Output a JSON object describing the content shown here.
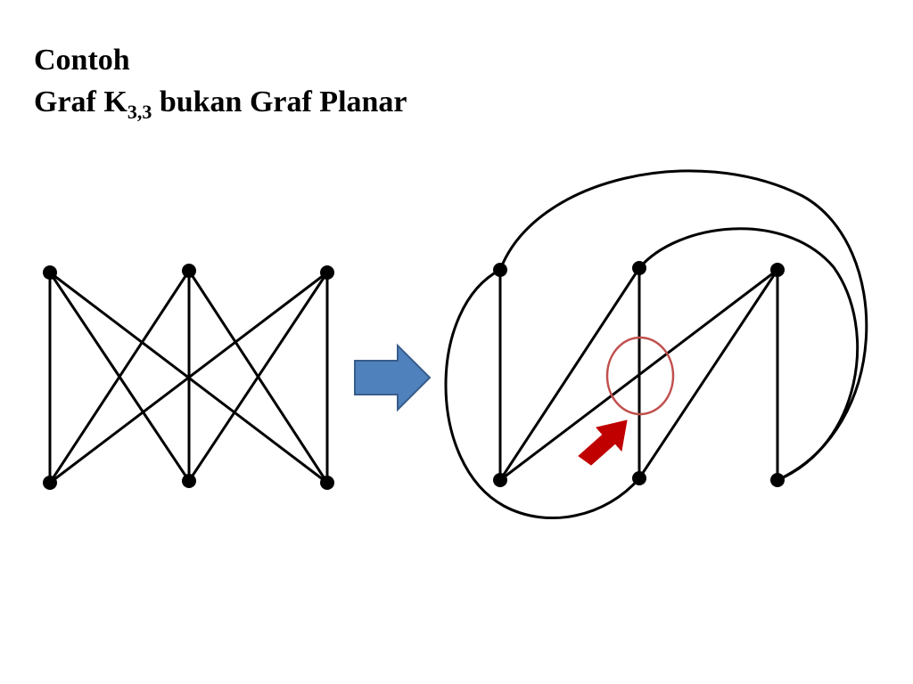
{
  "slide": {
    "title": "Contoh",
    "subtitle": {
      "prefix": "Graf K",
      "subscript": "3,3",
      "suffix": " bukan Graf Planar"
    }
  },
  "graph_left": {
    "top_vertices": [
      "a1",
      "a2",
      "a3"
    ],
    "bottom_vertices": [
      "b1",
      "b2",
      "b3"
    ],
    "edges": [
      [
        "a1",
        "b1"
      ],
      [
        "a1",
        "b2"
      ],
      [
        "a1",
        "b3"
      ],
      [
        "a2",
        "b1"
      ],
      [
        "a2",
        "b2"
      ],
      [
        "a2",
        "b3"
      ],
      [
        "a3",
        "b1"
      ],
      [
        "a3",
        "b2"
      ],
      [
        "a3",
        "b3"
      ]
    ]
  },
  "graph_right": {
    "top_vertices": [
      "a1",
      "a2",
      "a3"
    ],
    "bottom_vertices": [
      "b1",
      "b2",
      "b3"
    ],
    "straight_edges": [
      [
        "a1",
        "b1"
      ],
      [
        "a2",
        "b1"
      ],
      [
        "a2",
        "b2"
      ],
      [
        "a3",
        "b1"
      ],
      [
        "a3",
        "b2"
      ],
      [
        "a3",
        "b3"
      ]
    ],
    "curved_edges": [
      [
        "a1",
        "b2"
      ],
      [
        "a1",
        "b3"
      ],
      [
        "a2",
        "b3"
      ]
    ],
    "highlighted_crossing": [
      "a2-b2",
      "a3-b1"
    ]
  },
  "colors": {
    "edge": "#000000",
    "vertex": "#000000",
    "transform_arrow": "#4f81bd",
    "transform_arrow_stroke": "#385d8a",
    "highlight_ellipse": "#c0504d",
    "pointer_arrow": "#c00000"
  },
  "icons": {
    "transform_arrow": "right-arrow-icon",
    "pointer_arrow": "pointer-arrow-icon"
  }
}
